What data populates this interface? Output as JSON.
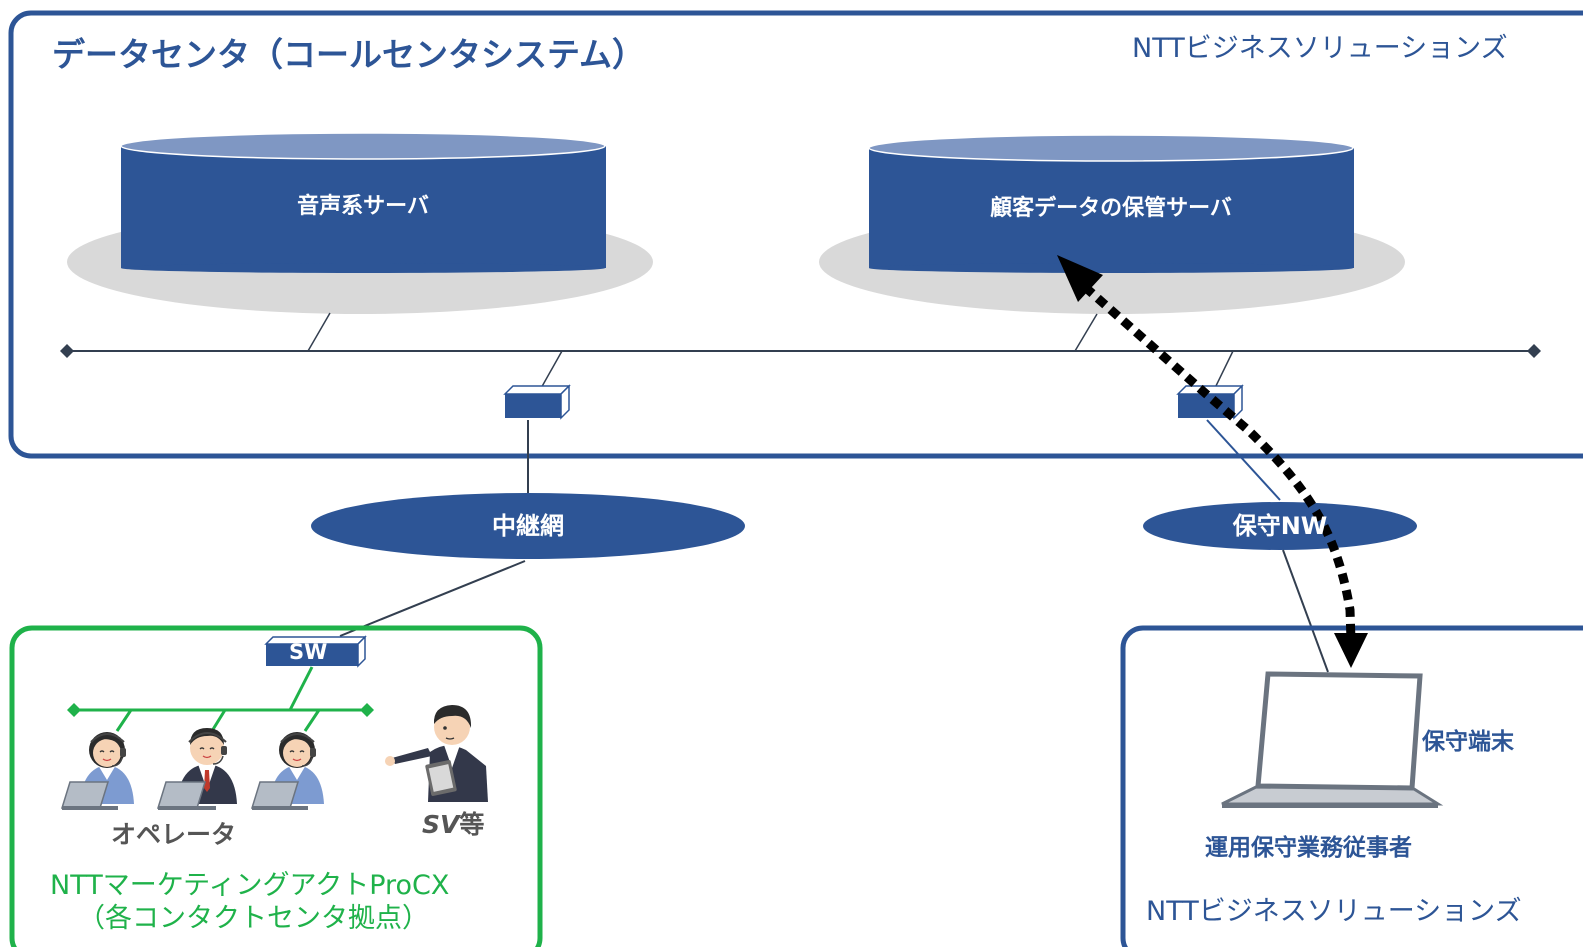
{
  "title": "データセンタ（コールセンタシステム）",
  "datacenter_owner": "NTTビジネスソリューションズ",
  "servers": {
    "voice": "音声系サーバ",
    "customer_data": "顧客データの保管サーバ"
  },
  "networks": {
    "relay": "中継網",
    "maintenance": "保守NW"
  },
  "contact_center": {
    "switch_label": "SW",
    "operators_label": "オペレータ",
    "sv_label_prefix": "SV",
    "sv_label_suffix": "等",
    "company": "NTTマーケティングアクトProCX",
    "sites": "（各コンタクトセンタ拠点）"
  },
  "maintenance_site": {
    "terminal_label": "保守端末",
    "staff_label": "運用保守業務従事者",
    "company": "NTTビジネスソリューションズ"
  },
  "colors": {
    "navy": "#2d5596",
    "green": "#1fb24a",
    "server_top": "#7f97c3",
    "platform": "#d9d9d9"
  }
}
